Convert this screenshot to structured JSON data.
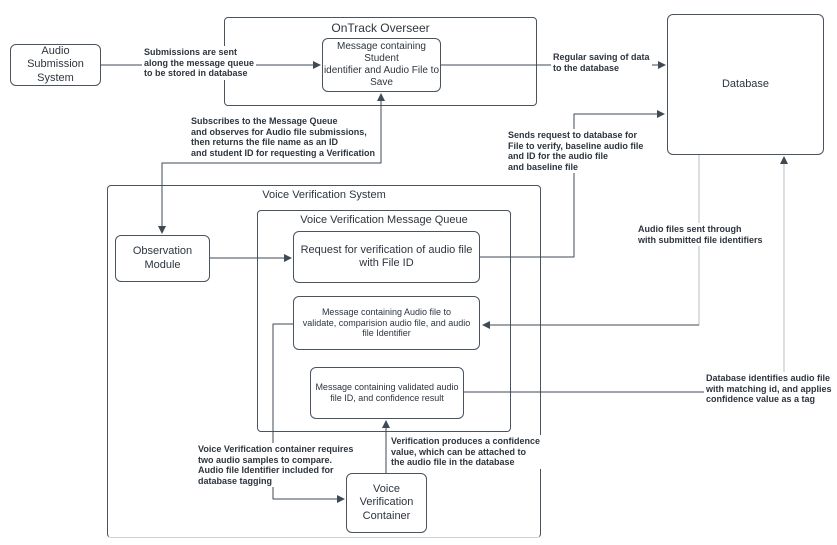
{
  "diagram": {
    "title": "Audio submission and voice verification system diagram",
    "colors": {
      "stroke": "#3f4a54",
      "text": "#2d353e",
      "light_line": "#ccd1d4",
      "background": "#ffffff"
    },
    "nodes": {
      "audio_submission_system": {
        "label": "Audio\nSubmission\nSystem"
      },
      "ontrack_overseer": {
        "title": "OnTrack Overseer"
      },
      "ontrack_message": {
        "label": "Message containing Student\nidentifier and Audio File to\nSave"
      },
      "database": {
        "label": "Database"
      },
      "voice_verification_system": {
        "title": "Voice Verification System"
      },
      "voice_verification_message_queue": {
        "title": "Voice Verification Message Queue"
      },
      "observation_module": {
        "label": "Observation\nModule"
      },
      "request_verification": {
        "label": "Request for verification of audio file\nwith File ID"
      },
      "message_audio_to_validate": {
        "label": "Message containing Audio file to\nvalidate, comparision audio file, and audio\nfile Identifier"
      },
      "message_validated_audio": {
        "label": "Message containing validated audio\nfile ID, and confidence result"
      },
      "voice_verification_container": {
        "label": "Voice\nVerification\nContainer"
      }
    },
    "edge_labels": {
      "submissions_sent": "Submissions are sent\nalong the message queue\nto be stored in database",
      "regular_saving": "Regular saving of data\nto the database",
      "subscribes": "Subscribes to the Message Queue\nand observes for Audio file submissions,\nthen returns the file name as an ID\nand student ID for requesting a Verification",
      "sends_request": "Sends request to database for\nFile to verify, baseline audio file\nand ID for the audio file\nand baseline file",
      "audio_files_sent": "Audio files sent through\nwith submitted file identifiers",
      "database_identifies": "Database identifies audio file\nwith matching id, and applies\nconfidence value as a tag",
      "vvc_requires": "Voice Verification container requires\ntwo audio samples to compare.\nAudio file Identifier included for\ndatabase tagging",
      "verification_produces": "Verification produces a confidence\nvalue, which can be attached to\nthe audio file in the database"
    }
  }
}
